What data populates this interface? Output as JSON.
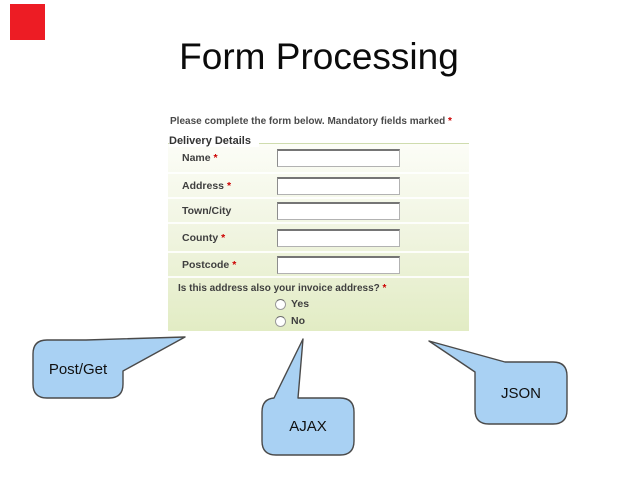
{
  "slide": {
    "title": "Form Processing"
  },
  "form": {
    "intro": "Please complete the form below. Mandatory fields marked",
    "asterisk": "*",
    "legend": "Delivery Details",
    "fields": [
      {
        "label": "Name",
        "required": true,
        "value": ""
      },
      {
        "label": "Address",
        "required": true,
        "value": ""
      },
      {
        "label": "Town/City",
        "required": false,
        "value": ""
      },
      {
        "label": "County",
        "required": true,
        "value": ""
      },
      {
        "label": "Postcode",
        "required": true,
        "value": ""
      }
    ],
    "question": {
      "text": "Is this address also your invoice address?",
      "options": [
        {
          "label": "Yes",
          "selected": false
        },
        {
          "label": "No",
          "selected": false
        }
      ]
    }
  },
  "callouts": [
    {
      "label": "Post/Get"
    },
    {
      "label": "AJAX"
    },
    {
      "label": "JSON"
    }
  ],
  "colors": {
    "accent_red": "#ed1c24",
    "required_red": "#cc0000",
    "form_green": "#e2ecc4",
    "callout_fill": "#a9d1f3",
    "callout_border": "#4a4a4a"
  }
}
